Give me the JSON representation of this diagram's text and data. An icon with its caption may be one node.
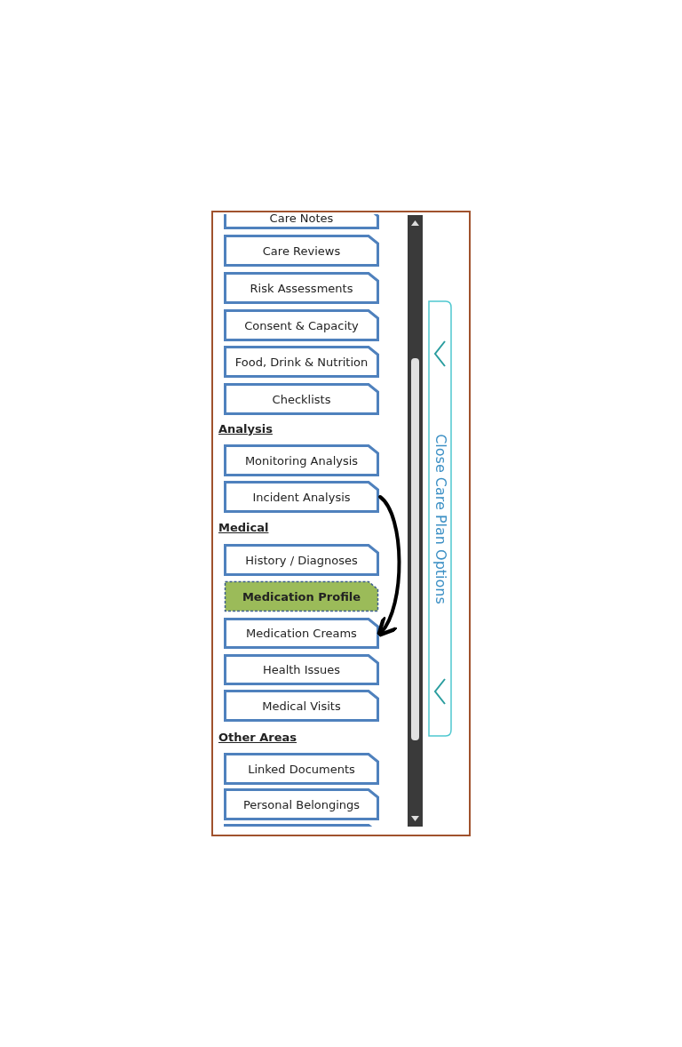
{
  "diagram": {
    "nodes": [
      {
        "text": [
          "Care Notes"
        ]
      },
      {
        "text": [
          "Care Reviews"
        ]
      },
      {
        "text": [
          "Risk Assessments"
        ]
      },
      {
        "text": [
          "Consent & Capacity"
        ]
      },
      {
        "text": [
          "Food, Drink & Nutrition"
        ]
      },
      {
        "text": [
          "Checklists"
        ]
      },
      {
        "text": [
          "Monitoring Analysis"
        ]
      },
      {
        "text": [
          "Incident Analysis"
        ]
      },
      {
        "text": [
          "History / Diagnoses"
        ]
      },
      {
        "text": [
          "Medication Profile"
        ]
      },
      {
        "text": [
          "Medication Creams"
        ]
      },
      {
        "text": [
          "Health Issues"
        ]
      },
      {
        "text": [
          "Medical Visits"
        ]
      },
      {
        "text": [
          "Linked Documents"
        ]
      },
      {
        "text": [
          "Personal Belongings"
        ]
      },
      {
        "text": [],
        "shape": "box"
      },
      {
        "text": [
          "Close Care Plan Options"
        ]
      }
    ],
    "edges": [
      {
        "from": 7,
        "to": 10,
        "arrow": "to"
      }
    ],
    "labels": [
      "Analysis",
      "Medical",
      "Other Areas"
    ]
  }
}
